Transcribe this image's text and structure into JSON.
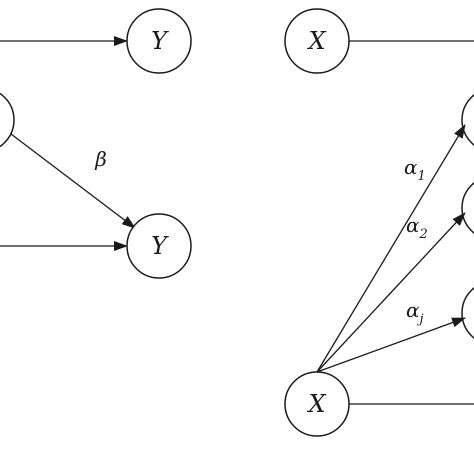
{
  "diagram": {
    "stroke_color": "#1a1a1a",
    "background_color": "#ffffff",
    "nodes": {
      "left_top_y": "Y",
      "left_bottom_y": "Y",
      "right_top_x": "X",
      "right_bottom_x": "X"
    },
    "edge_labels": {
      "beta": "β",
      "alpha_1": {
        "symbol": "α",
        "subscript": "1"
      },
      "alpha_2": {
        "symbol": "α",
        "subscript": "2"
      },
      "alpha_j": {
        "symbol": "α",
        "subscript": "j"
      }
    }
  }
}
